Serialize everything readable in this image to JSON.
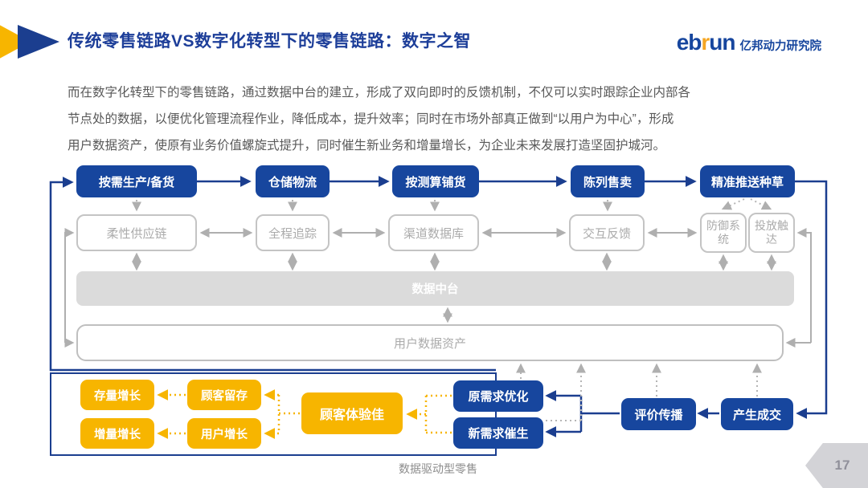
{
  "header": {
    "title": "传统零售链路VS数字化转型下的零售链路：数字之智",
    "logo": {
      "word_start": "eb",
      "word_accent": "r",
      "word_end": "un",
      "org": "亿邦动力研究院"
    }
  },
  "intro": {
    "lines": [
      "而在数字化转型下的零售链路，通过数据中台的建立，形成了双向即时的反馈机制，不仅可以实时跟踪企业内部各",
      "节点处的数据，以便优化管理流程作业，降低成本，提升效率；同时在市场外部真正做到“以用户为中心”，形成",
      "用户数据资产，使原有业务价值螺旋式提升，同时催生新业务和增量增长，为企业未来发展打造坚固护城河。"
    ]
  },
  "diagram": {
    "flow_top": [
      "按需生产/备货",
      "仓储物流",
      "按测算铺货",
      "陈列售卖",
      "精准推送种草"
    ],
    "capabilities": [
      "柔性供应链",
      "全程追踪",
      "渠道数据库",
      "交互反馈",
      "防御系统",
      "投放触达"
    ],
    "data_platform": "数据中台",
    "user_data_assets": "用户数据资产",
    "growth": [
      "存量增长",
      "顾客留存",
      "增量增长",
      "用户增长",
      "顾客体验佳"
    ],
    "demand": [
      "原需求优化",
      "新需求催生",
      "评价传播",
      "产生成交"
    ],
    "caption": "数据驱动型零售"
  },
  "footer": {
    "page_number": "17"
  },
  "colors": {
    "brand_blue": "#17469E",
    "line_blue": "#1B3E8F",
    "accent_yellow": "#F7B500",
    "logo_orange": "#F5A623",
    "gray_line": "#AFAFAF",
    "gray_text": "#ABABAB",
    "band_gray": "#DBDBDB",
    "body_text": "#595959"
  }
}
